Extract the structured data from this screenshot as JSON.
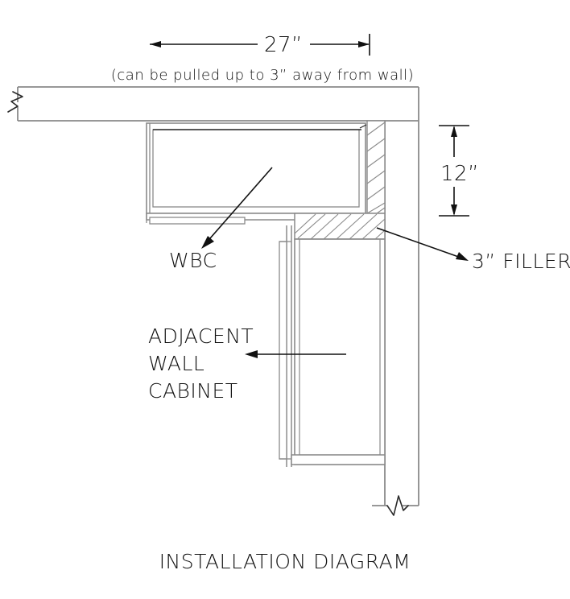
{
  "drawing": {
    "title": "INSTALLATION DIAGRAM",
    "dimensions": {
      "width_callout": "27”",
      "width_note": "(can be pulled up to 3” away from wall)",
      "height_callout": "12”"
    },
    "labels": {
      "wbc": "WBC",
      "filler": "3” FILLER",
      "adjacent_line1": "ADJACENT",
      "adjacent_line2": "WALL",
      "adjacent_line3": "CABINET"
    },
    "colors": {
      "line_gray": "#8a8a8a",
      "line_dark": "#2b2b2b",
      "annotation_black": "#111111",
      "background": "#ffffff"
    }
  }
}
